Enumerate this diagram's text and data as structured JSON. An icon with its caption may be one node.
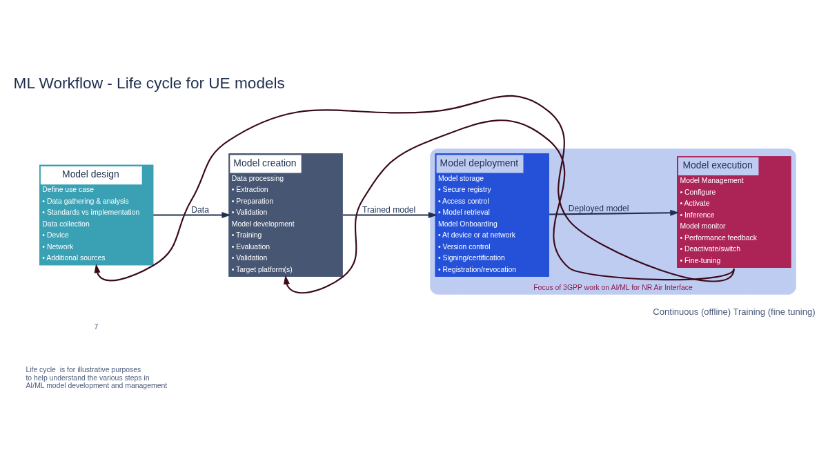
{
  "diagram": {
    "title": "ML Workflow - Life cycle for UE models",
    "nodes": [
      {
        "text": [
          "Focus of 3GPP work on AI/ML for NR Air Interface"
        ]
      },
      {
        "text": [
          "Model design",
          "Define use case",
          "• Data gathering & analysis",
          "• Standards vs implementation",
          "Data collection",
          "• Device",
          "• Network",
          "• Additional sources"
        ]
      },
      {
        "text": [
          "Model creation",
          "Data processing",
          "• Extraction",
          "• Preparation",
          "• Validation",
          "Model development",
          "• Training",
          "• Evaluation",
          "• Validation",
          "• Target platform(s)"
        ]
      },
      {
        "text": [
          "Model deployment",
          "Model storage",
          "• Secure registry",
          "• Access control",
          "• Model retrieval",
          "Model Onboarding",
          "• At device or at network",
          "• Version control",
          "• Signing/certification",
          "• Registration/revocation"
        ],
        "in": 0
      },
      {
        "text": [
          "Model execution",
          "Model Management",
          "• Configure",
          "• Activate",
          "• Inference",
          "Model monitor",
          "• Performance feedback",
          "• Deactivate/switch",
          "• Fine-tuning"
        ],
        "in": 0
      }
    ],
    "edges": [
      {
        "from": 1,
        "to": 2,
        "arrow": "to",
        "label": "Data"
      },
      {
        "from": 2,
        "to": 3,
        "arrow": "to",
        "label": "Trained model"
      },
      {
        "from": 3,
        "to": 4,
        "arrow": "to",
        "label": "Deployed model"
      },
      {
        "from": 4,
        "to": 1,
        "arrow": "to",
        "color": "#3a0a1a"
      },
      {
        "from": 4,
        "to": 2,
        "arrow": "to",
        "color": "#3a0a1a"
      }
    ],
    "labels": [
      "Continuous (offline) Training (fine tuning)",
      "Life cycle  is for illustrative purposes to help understand the various steps in AI/ML model development and management",
      "7"
    ]
  }
}
